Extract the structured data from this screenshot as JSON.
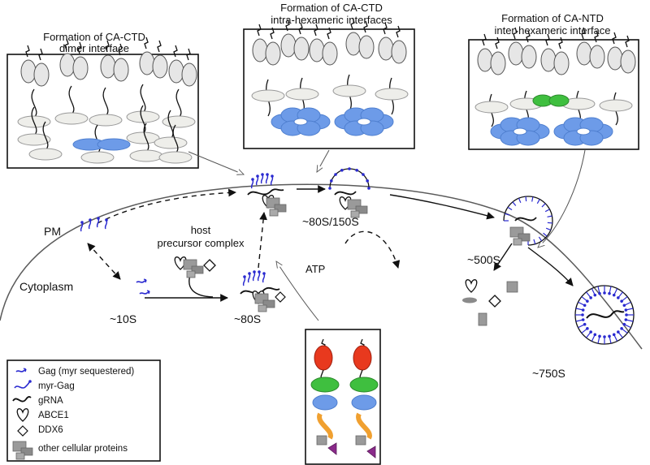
{
  "panels": {
    "dimer": {
      "title_line1": "Formation of CA-CTD",
      "title_line2": "dimer interface"
    },
    "intra": {
      "title_line1": "Formation of CA-CTD",
      "title_line2": "intra-hexameric interfaces"
    },
    "inter": {
      "title_line1": "Formation of CA-NTD",
      "title_line2": "inter-hexameric interface"
    }
  },
  "labels": {
    "pm": "PM",
    "cytoplasm": "Cytoplasm",
    "host_line1": "host",
    "host_line2": "precursor complex",
    "atp": "ATP",
    "s10": "~10S",
    "s80": "~80S",
    "s80_150": "~80S/150S",
    "s500": "~500S",
    "s750": "~750S"
  },
  "legend": {
    "items": [
      {
        "label": "Gag (myr sequestered)",
        "icon": "gag-sequestered-icon"
      },
      {
        "label": "myr-Gag",
        "icon": "myr-gag-icon"
      },
      {
        "label": "gRNA",
        "icon": "grna-icon"
      },
      {
        "label": "ABCE1",
        "icon": "abce1-icon"
      },
      {
        "label": "DDX6",
        "icon": "ddx6-icon"
      },
      {
        "label": "other cellular proteins",
        "icon": "cellular-proteins-icon"
      }
    ]
  },
  "colors": {
    "gag_blue": "#2a2ad0",
    "ca_ctd_blue": "#6d9be8",
    "ca_ntd_green": "#3fbf3f",
    "ma_red": "#e8391e",
    "nc_orange": "#f0a030",
    "p6_purple": "#8a2a8a",
    "protein_grey": "#9a9a9a"
  }
}
